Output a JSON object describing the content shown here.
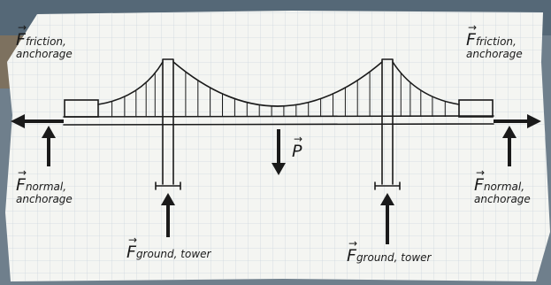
{
  "labels": {
    "friction_left": {
      "symbol": "F",
      "sub": "friction,",
      "line2": "anchorage"
    },
    "friction_right": {
      "symbol": "F",
      "sub": "friction,",
      "line2": "anchorage"
    },
    "normal_left": {
      "symbol": "F",
      "sub": "normal,",
      "line2": "anchorage"
    },
    "normal_right": {
      "symbol": "F",
      "sub": "normal,",
      "line2": "anchorage"
    },
    "ground_left": {
      "symbol": "F",
      "sub": "ground, tower"
    },
    "ground_right": {
      "symbol": "F",
      "sub": "ground, tower"
    },
    "weight": {
      "symbol": "P"
    }
  },
  "colors": {
    "paper": "#f4f5f2",
    "grid": "#cfd7df",
    "ink": "#1a1a1a",
    "backdrop": "#6f7f8c"
  }
}
